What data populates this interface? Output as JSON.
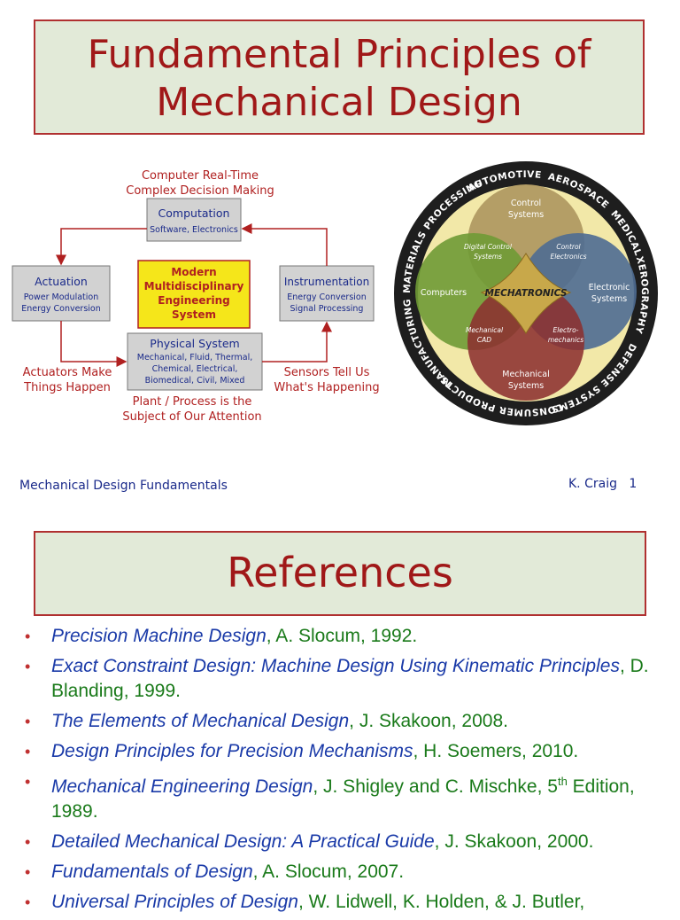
{
  "slide1": {
    "title_line1": "Fundamental Principles of",
    "title_line2": "Mechanical Design",
    "diagram": {
      "top_note_line1": "Computer Real-Time",
      "top_note_line2": "Complex Decision Making",
      "computation": {
        "title": "Computation",
        "sub": "Software, Electronics"
      },
      "actuation": {
        "title": "Actuation",
        "sub1": "Power Modulation",
        "sub2": "Energy Conversion"
      },
      "instrumentation": {
        "title": "Instrumentation",
        "sub1": "Energy Conversion",
        "sub2": "Signal Processing"
      },
      "center": {
        "l1": "Modern",
        "l2": "Multidisciplinary",
        "l3": "Engineering",
        "l4": "System"
      },
      "physical": {
        "title": "Physical System",
        "l1": "Mechanical, Fluid, Thermal,",
        "l2": "Chemical, Electrical,",
        "l3": "Biomedical, Civil, Mixed"
      },
      "left_note_line1": "Actuators Make",
      "left_note_line2": "Things Happen",
      "right_note_line1": "Sensors Tell Us",
      "right_note_line2": "What's Happening",
      "bottom_note_line1": "Plant / Process is the",
      "bottom_note_line2": "Subject of Our Attention"
    },
    "mechatronics": {
      "ring_words": [
        "AUTOMOTIVE",
        "AEROSPACE",
        "MEDICAL",
        "XEROGRAPHY",
        "DEFENSE SYSTEMS",
        "CONSUMER PRODUCTS",
        "MANUFACTURING",
        "MATERIALS PROCESSING"
      ],
      "control_l1": "Control",
      "control_l2": "Systems",
      "computers": "Computers",
      "electronic_l1": "Electronic",
      "electronic_l2": "Systems",
      "mechanical_l1": "Mechanical",
      "mechanical_l2": "Systems",
      "digital_l1": "Digital Control",
      "digital_l2": "Systems",
      "control_elec_l1": "Control",
      "control_elec_l2": "Electronics",
      "cad_l1": "Mechanical",
      "cad_l2": "CAD",
      "electro_l1": "Electro-",
      "electro_l2": "mechanics",
      "center": "MECHATRONICS",
      "colors": {
        "control": "#b09a62",
        "computers": "#6f9a35",
        "electronic": "#4e6c92",
        "mechanical": "#8c3030",
        "center": "#c8a84a",
        "ring": "#1e1e1e",
        "background": "#f2e8a8"
      }
    },
    "footer_left": "Mechanical Design Fundamentals",
    "footer_author": "K. Craig",
    "footer_page": "1"
  },
  "slide2": {
    "title": "References",
    "refs": [
      {
        "title": "Precision Machine Design",
        "rest": ", A. Slocum, 1992."
      },
      {
        "title": "Exact Constraint Design: Machine Design Using Kinematic Principles",
        "rest": ", D. Blanding, 1999."
      },
      {
        "title": "The Elements of Mechanical Design",
        "rest": ", J. Skakoon, 2008."
      },
      {
        "title": "Design Principles for Precision Mechanisms",
        "rest": ", H. Soemers, 2010."
      },
      {
        "title": "Mechanical Engineering Design",
        "rest": ", J. Shigley and C. Mischke, 5",
        "sup": "th",
        "rest2": " Edition, 1989."
      },
      {
        "title": "Detailed Mechanical Design: A Practical Guide",
        "rest": ", J. Skakoon, 2000."
      },
      {
        "title": "Fundamentals of Design",
        "rest": ", A. Slocum, 2007."
      },
      {
        "title": "Universal Principles of Design",
        "rest": ", W. Lidwell, K. Holden, & J. Butler,"
      }
    ]
  }
}
